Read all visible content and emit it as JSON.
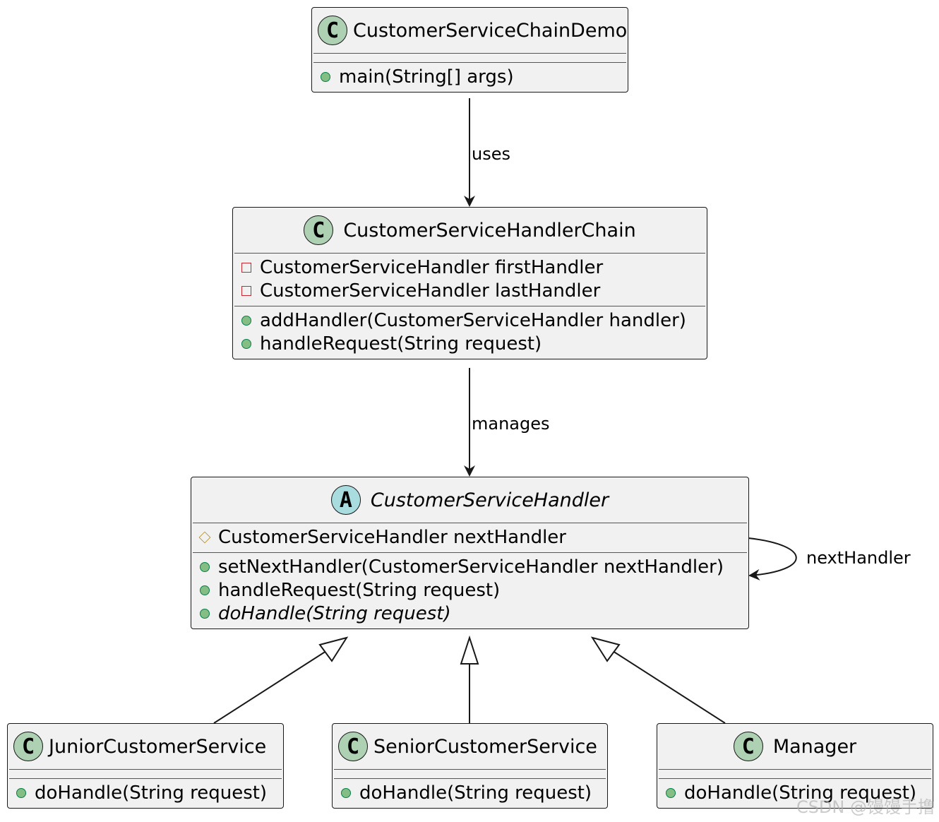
{
  "classes": {
    "demo": {
      "name": "CustomerServiceChainDemo",
      "stereotype": "C",
      "fields": [],
      "methods": [
        {
          "visibility": "public",
          "text": "main(String[] args)"
        }
      ]
    },
    "chain": {
      "name": "CustomerServiceHandlerChain",
      "stereotype": "C",
      "fields": [
        {
          "visibility": "private",
          "text": "CustomerServiceHandler firstHandler"
        },
        {
          "visibility": "private",
          "text": "CustomerServiceHandler lastHandler"
        }
      ],
      "methods": [
        {
          "visibility": "public",
          "text": "addHandler(CustomerServiceHandler handler)"
        },
        {
          "visibility": "public",
          "text": "handleRequest(String request)"
        }
      ]
    },
    "handler": {
      "name": "CustomerServiceHandler",
      "stereotype": "A",
      "fields": [
        {
          "visibility": "protected",
          "text": "CustomerServiceHandler nextHandler"
        }
      ],
      "methods": [
        {
          "visibility": "public",
          "text": "setNextHandler(CustomerServiceHandler nextHandler)"
        },
        {
          "visibility": "public",
          "text": "handleRequest(String request)"
        },
        {
          "visibility": "public",
          "text": "doHandle(String request)",
          "abstract": true
        }
      ]
    },
    "junior": {
      "name": "JuniorCustomerService",
      "stereotype": "C",
      "fields": [],
      "methods": [
        {
          "visibility": "public",
          "text": "doHandle(String request)"
        }
      ]
    },
    "senior": {
      "name": "SeniorCustomerService",
      "stereotype": "C",
      "fields": [],
      "methods": [
        {
          "visibility": "public",
          "text": "doHandle(String request)"
        }
      ]
    },
    "manager": {
      "name": "Manager",
      "stereotype": "C",
      "fields": [],
      "methods": [
        {
          "visibility": "public",
          "text": "doHandle(String request)"
        }
      ]
    }
  },
  "edges": {
    "uses": "uses",
    "manages": "manages",
    "self": "nextHandler"
  },
  "colors": {
    "class_fill": "#f1f1f1",
    "border": "#181818",
    "class_badge": "#add1b2",
    "abstract_badge": "#a9dcdf",
    "public": "#84be84",
    "private": "#c82930",
    "protected": "#b38d22"
  },
  "watermark": "CSDN @馒馒手撸"
}
